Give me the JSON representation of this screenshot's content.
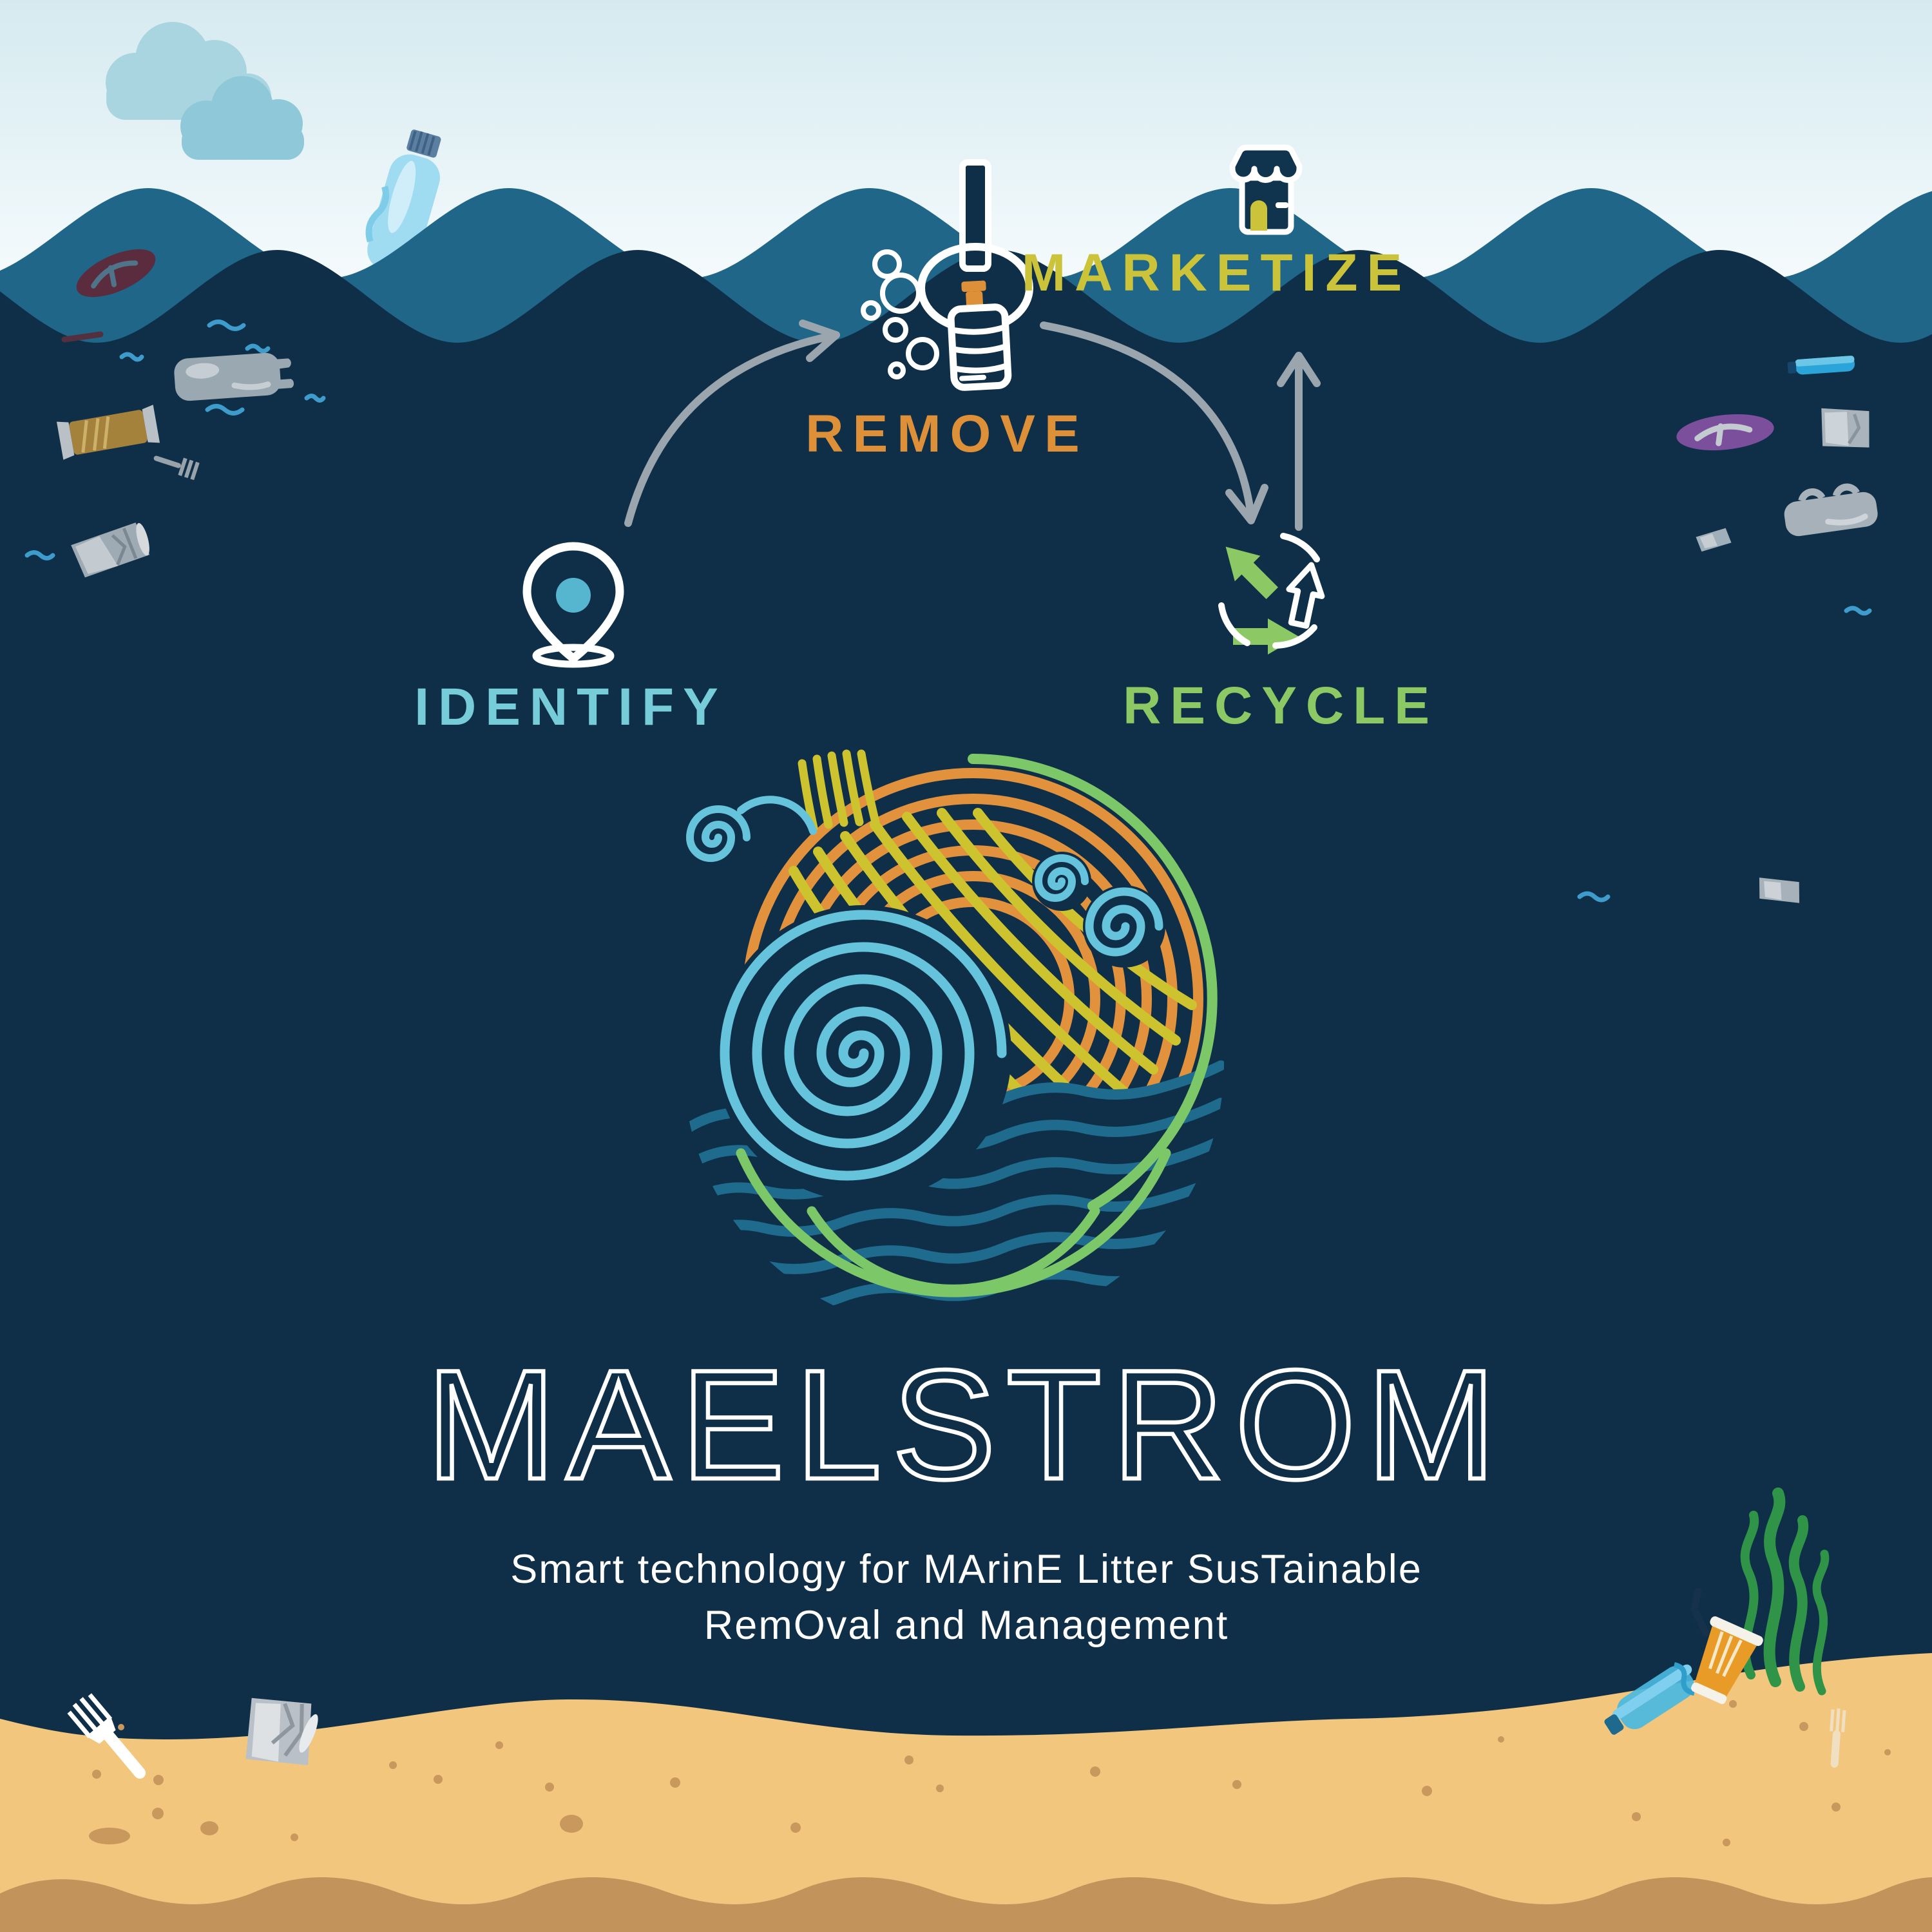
{
  "poster": {
    "title": "MAELSTROM",
    "subtitle_line1": "Smart technology for MArinE Litter SusTainable",
    "subtitle_line2": "RemOval and Management",
    "steps": [
      {
        "label": "IDENTIFY",
        "color": "#76ccd9",
        "icon": "location-pin-icon"
      },
      {
        "label": "REMOVE",
        "color": "#de9038",
        "icon": "grabber-bottle-icon"
      },
      {
        "label": "RECYCLE",
        "color": "#8cc863",
        "icon": "recycle-arrows-icon"
      },
      {
        "label": "MARKETIZE",
        "color": "#cbc339",
        "icon": "storefront-icon"
      }
    ],
    "colors": {
      "sky": "#d8ecf1",
      "sea_teal": "#1f6688",
      "sea_navy": "#0e2f47",
      "sand": "#f3c67d",
      "sand_dark": "#c2935a",
      "arrow_grey": "#9aa5ae",
      "logo_orange": "#e2923c",
      "logo_yellow": "#cdc32f",
      "logo_green": "#7cc868",
      "logo_light_blue": "#66c3dc",
      "logo_wave_teal": "#1f6b8e",
      "seaweed_green": "#2f9447"
    }
  }
}
